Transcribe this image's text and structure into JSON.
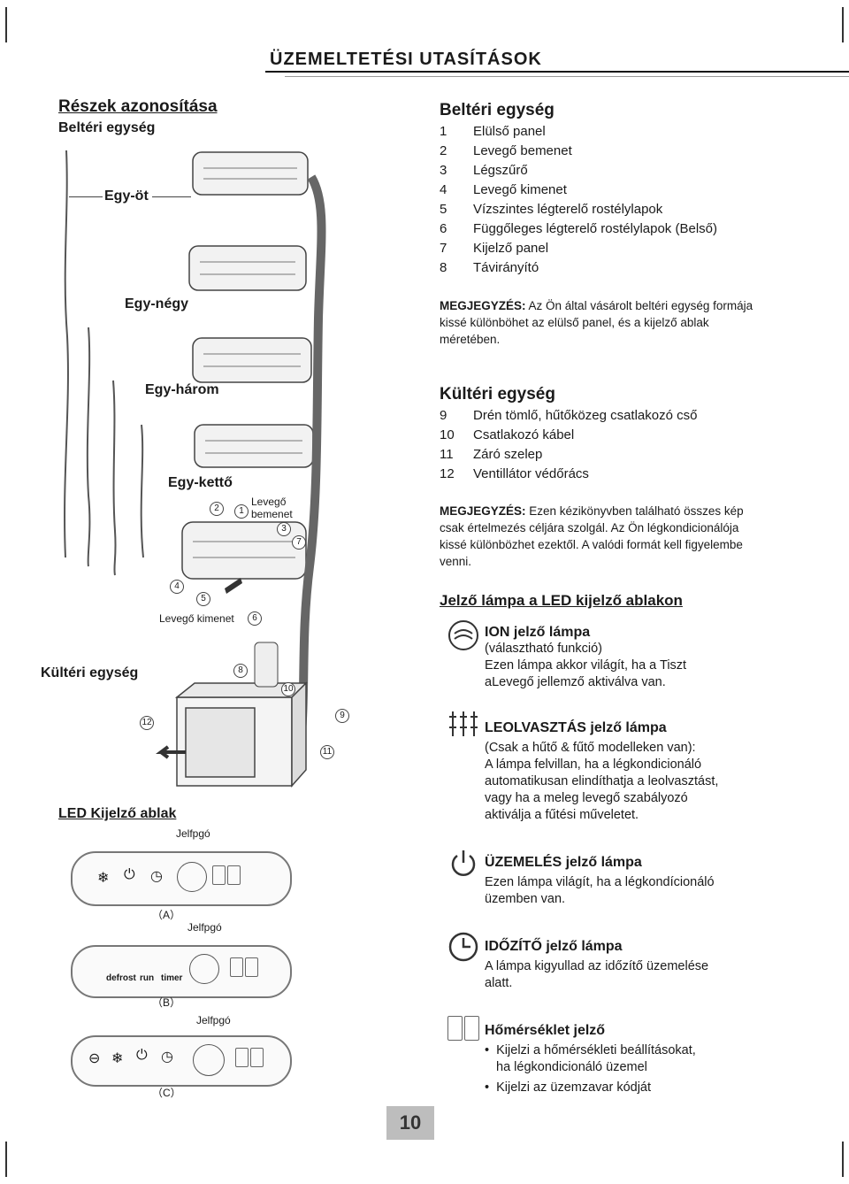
{
  "header": {
    "title": "ÜZEMELTETÉSI UTASÍTÁSOK"
  },
  "left": {
    "heading": "Részek azonosítása",
    "subheading": "Beltéri egység",
    "stack_labels": [
      "Egy-öt",
      "Egy-négy",
      "Egy-három",
      "Egy-kettő"
    ],
    "air_in_label": "Levegő bemenet",
    "air_out_label": "Levegő kimenet",
    "outdoor_label": "Kültéri egység",
    "part_numbers": [
      "1",
      "2",
      "3",
      "4",
      "5",
      "6",
      "7",
      "8",
      "9",
      "10",
      "11",
      "12"
    ],
    "led_window_title": "LED Kijelző ablak",
    "panels": [
      {
        "receiver": "Jelfpgó",
        "caption": "（A）",
        "texts": []
      },
      {
        "receiver": "Jelfpgó",
        "caption": "（B）",
        "texts": [
          "defrost",
          "run",
          "timer"
        ]
      },
      {
        "receiver": "Jelfpgó",
        "caption": "（C）",
        "texts": []
      }
    ]
  },
  "indoor": {
    "title": "Beltéri egység",
    "items": [
      {
        "num": "1",
        "label": "Elülső panel"
      },
      {
        "num": "2",
        "label": "Levegő bemenet"
      },
      {
        "num": "3",
        "label": "Légszűrő"
      },
      {
        "num": "4",
        "label": "Levegő kimenet"
      },
      {
        "num": "5",
        "label": "Vízszintes légterelő rostélylapok"
      },
      {
        "num": "6",
        "label": "Függőleges légterelő rostélylapok (Belső)"
      },
      {
        "num": "7",
        "label": "Kijelző panel"
      },
      {
        "num": "8",
        "label": "Távirányító"
      }
    ],
    "note_label": "MEGJEGYZÉS:",
    "note_text": " Az Ön által vásárolt beltéri egység formája kissé különböhet az elülső panel, és a kijelző ablak méretében."
  },
  "outdoor": {
    "title": "Kültéri egység",
    "items": [
      {
        "num": "9",
        "label": "Drén tömlő, hűtőközeg csatlakozó cső"
      },
      {
        "num": "10",
        "label": "Csatlakozó kábel"
      },
      {
        "num": "11",
        "label": "Záró szelep"
      },
      {
        "num": "12",
        "label": "Ventillátor védőrács"
      }
    ],
    "note_label": "MEGJEGYZÉS:",
    "note_text": " Ezen kézikönyvben található összes kép csak értelmezés céljára szolgál. Az Ön légkondicionálója kissé különbözhet ezektől. A valódi formát kell figyelembe venni."
  },
  "led": {
    "title": "Jelző lámpa a LED kijelző ablakon",
    "lamps": [
      {
        "icon": "ion-icon",
        "title": "ION jelző lámpa",
        "lines": [
          "(választható funkció)",
          "Ezen lámpa akkor világít, ha a Tiszt",
          "aLevegő jellemző aktiválva van."
        ]
      },
      {
        "icon": "defrost-icon",
        "title": "LEOLVASZTÁS jelző lámpa",
        "lines": [
          "(Csak a hűtő & fűtő modelleken van):",
          "A lámpa felvillan, ha a légkondicionáló",
          "automatikusan elindíthatja a leolvasztást,",
          "vagy ha a meleg levegő szabályozó",
          "aktiválja a fűtési műveletet."
        ]
      },
      {
        "icon": "power-icon",
        "title": "ÜZEMELÉS jelző lámpa",
        "lines": [
          "Ezen lámpa világít, ha a légkondícionáló",
          "üzemben van."
        ]
      },
      {
        "icon": "clock-icon",
        "title": "IDŐZÍTŐ jelző lámpa",
        "lines": [
          "A lámpa kigyullad az időzítő üzemelése",
          "alatt."
        ]
      },
      {
        "icon": "temperature-display-icon",
        "title": "Hőmérséklet jelző",
        "bullets": [
          "Kijelzi a hőmérsékleti beállításokat,",
          "ha  légkondicionáló üzemel",
          "Kijelzi az üzemzavar kódját"
        ]
      }
    ]
  },
  "footer": {
    "page_number": "10"
  }
}
